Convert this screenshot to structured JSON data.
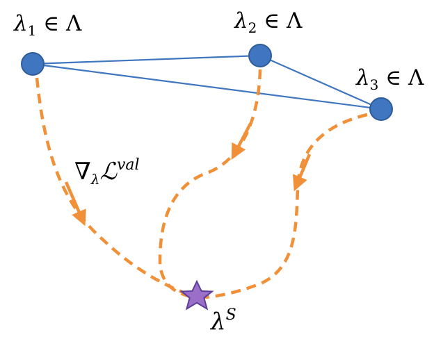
{
  "nodes": [
    {
      "symbol": "λ",
      "index": "1",
      "suffix": " ∈ Λ"
    },
    {
      "symbol": "λ",
      "index": "2",
      "suffix": " ∈ Λ"
    },
    {
      "symbol": "λ",
      "index": "3",
      "suffix": " ∈ Λ"
    }
  ],
  "gradient_label": {
    "nabla": "∇",
    "sub": "λ",
    "loss": "ℒ",
    "sup": "val"
  },
  "target_label": {
    "symbol": "λ",
    "sup": "S"
  },
  "colors": {
    "node_fill": "#3f76bf",
    "node_stroke": "#2e5c99",
    "edge": "#3f76bf",
    "path": "#f0913a",
    "star_fill": "#9b6fc8",
    "star_stroke": "#5b3d9a"
  }
}
